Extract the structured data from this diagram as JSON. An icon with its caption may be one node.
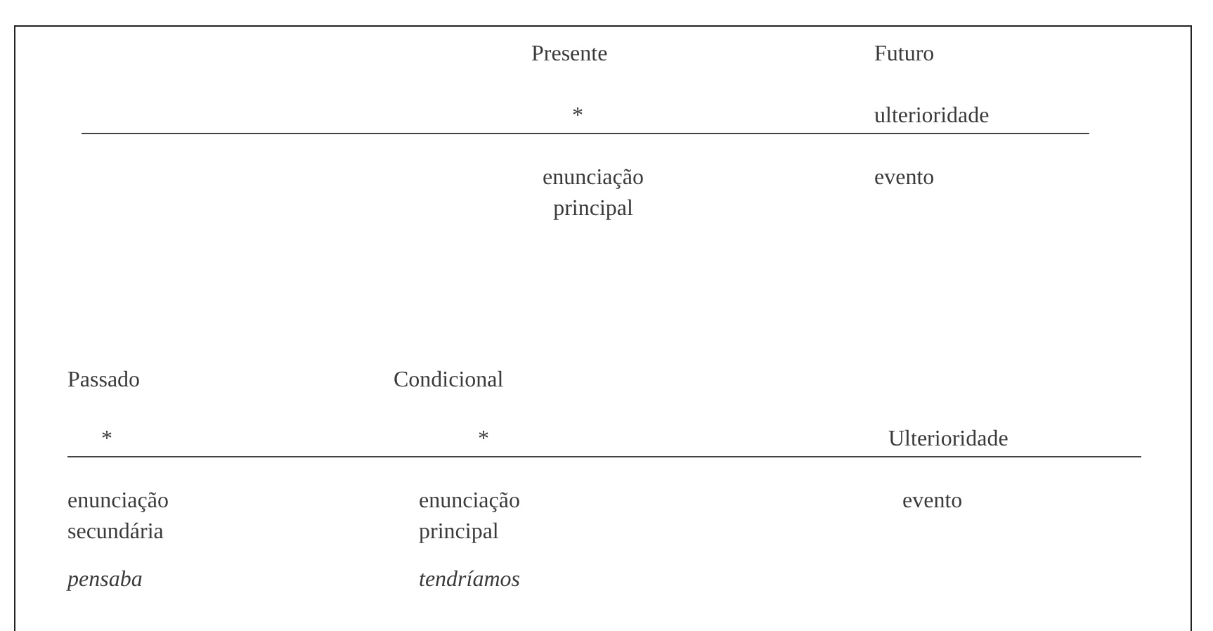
{
  "diagram": {
    "labels": [
      "Presente",
      "Futuro",
      "*",
      "ulterioridade",
      "enunciação principal",
      "evento",
      "Passado",
      "Condicional",
      "*",
      "*",
      "Ulterioridade",
      "enunciação secundária",
      "enunciação principal",
      "evento",
      "pensaba",
      "tendríamos"
    ]
  }
}
